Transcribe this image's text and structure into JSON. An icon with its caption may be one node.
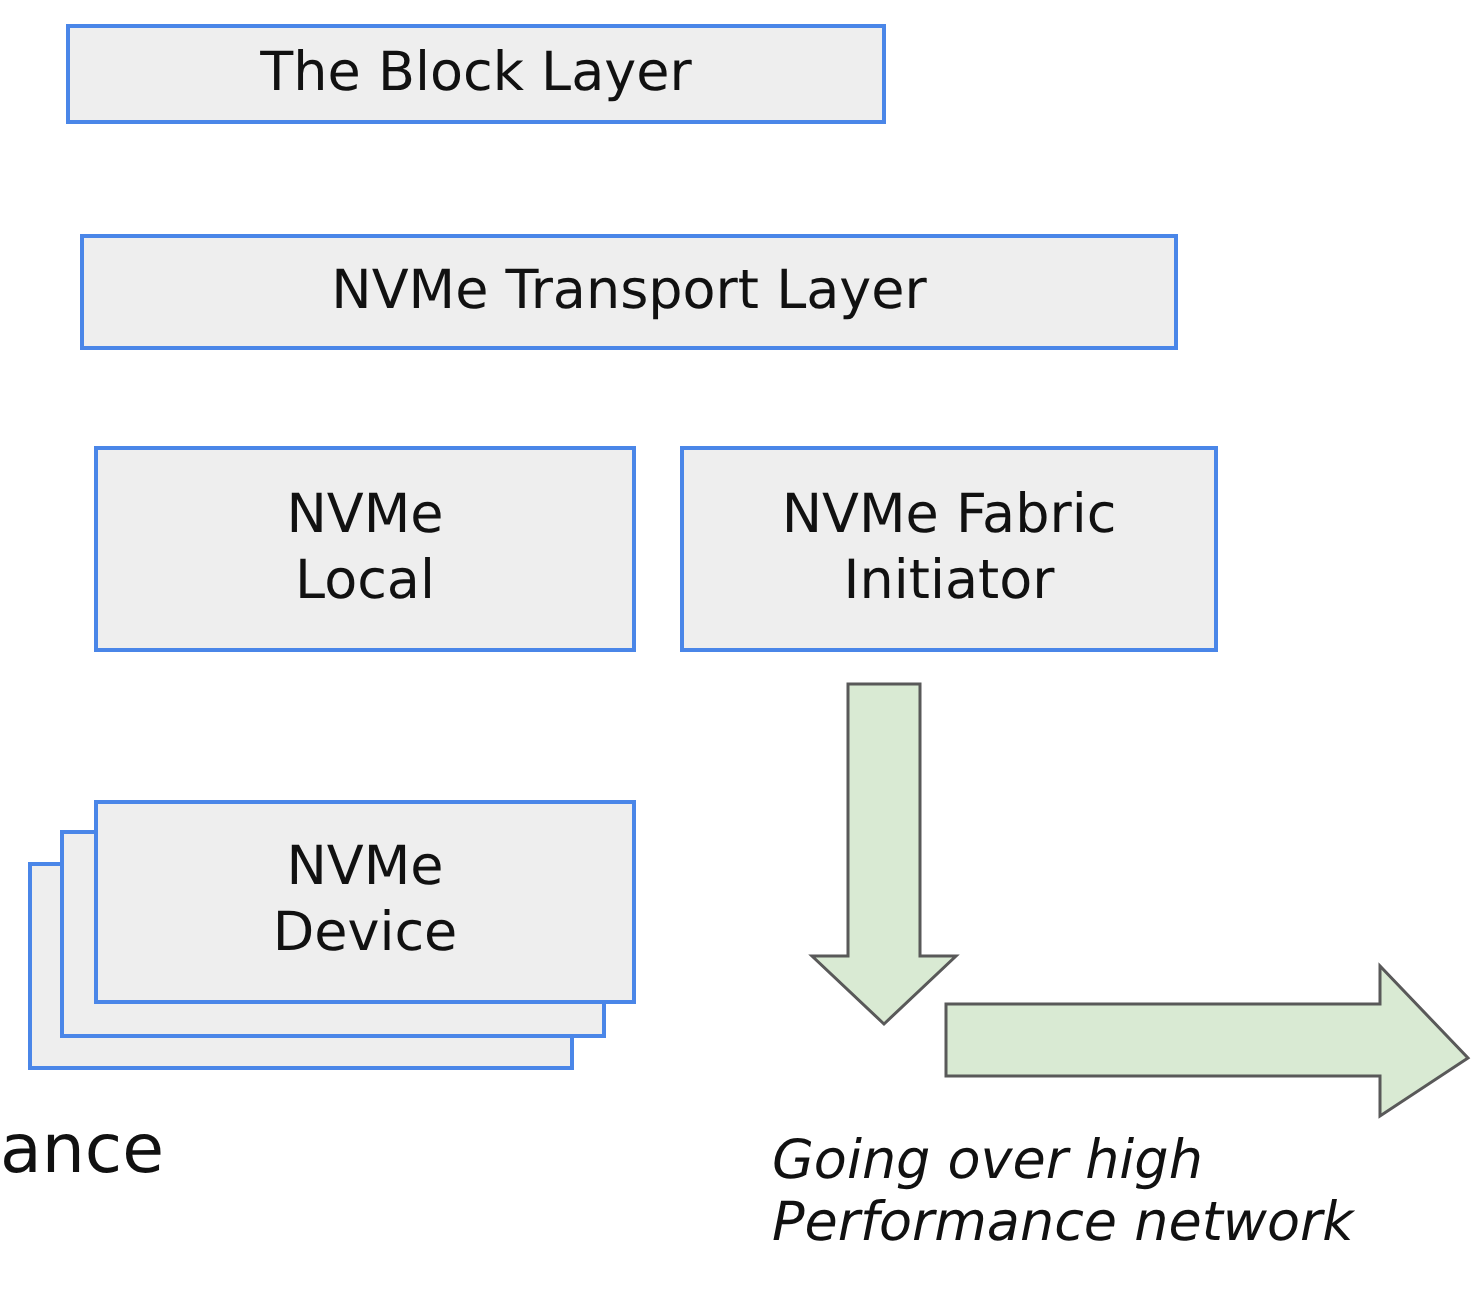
{
  "diagram": {
    "nodes": [
      {
        "text": [
          "The Block Layer"
        ]
      },
      {
        "text": [
          "NVMe Transport Layer"
        ]
      },
      {
        "text": [
          "NVMe Local"
        ]
      },
      {
        "text": [
          "NVMe Fabric Initiator"
        ]
      },
      {
        "text": [
          "NVMe Device"
        ]
      }
    ],
    "labels": [
      "ance",
      "Going over high Performance network"
    ]
  }
}
